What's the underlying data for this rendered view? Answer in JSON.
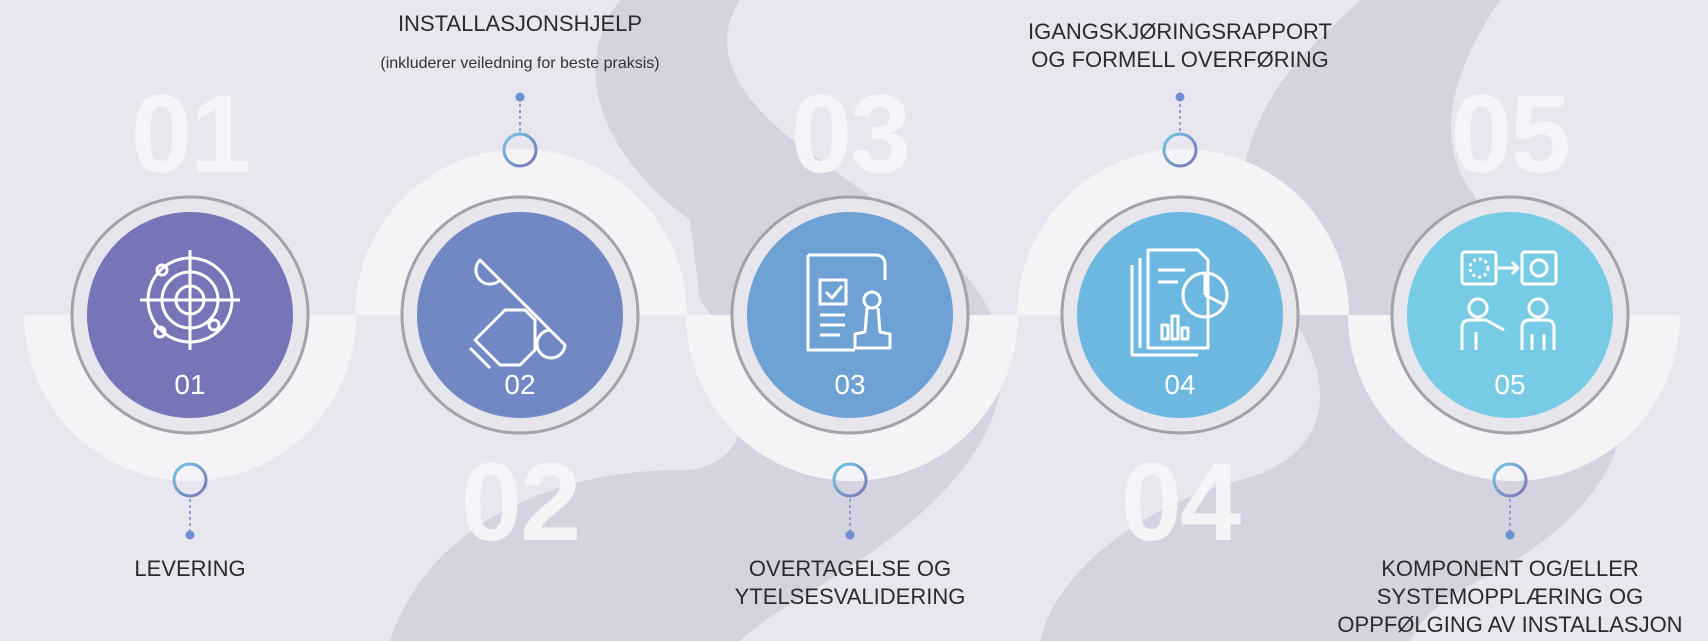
{
  "steps": [
    {
      "number": "01",
      "big_number": "01",
      "label_lines": [
        "LEVERING"
      ],
      "sublabel": "",
      "icon": "target-icon",
      "color": "#7675b8"
    },
    {
      "number": "02",
      "big_number": "02",
      "label_lines": [
        "INSTALLASJONSHJELP"
      ],
      "sublabel": "(inkluderer veiledning for beste praksis)",
      "icon": "wrench-hand-icon",
      "color": "#7288c4"
    },
    {
      "number": "03",
      "big_number": "03",
      "label_lines": [
        "OVERTAGELSE OG",
        "YTELSESVALIDERING"
      ],
      "sublabel": "",
      "icon": "document-stamp-icon",
      "color": "#6ea2d4"
    },
    {
      "number": "04",
      "big_number": "04",
      "label_lines": [
        "IGANGSKJØRINGSRAPPORT",
        "OG FORMELL OVERFØRING"
      ],
      "sublabel": "",
      "icon": "report-chart-icon",
      "color": "#6db8e0"
    },
    {
      "number": "05",
      "big_number": "05",
      "label_lines": [
        "KOMPONENT OG/ELLER",
        "SYSTEMOPPLÆRING OG",
        "OPPFØLGING AV INSTALLASJON"
      ],
      "sublabel": "",
      "icon": "training-icon",
      "color": "#78cbe5"
    }
  ]
}
